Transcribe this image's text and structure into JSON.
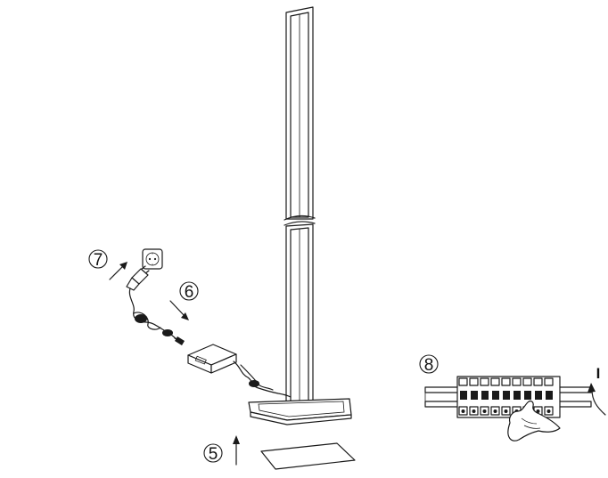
{
  "steps": {
    "step5": "5",
    "step6": "6",
    "step7": "7",
    "step8": "8"
  },
  "switch_on_symbol": "I",
  "colors": {
    "line": "#1a1a1a",
    "background": "#ffffff"
  },
  "icons": {
    "socket": "power-socket-icon",
    "plug": "power-plug-icon",
    "adapter": "power-adapter-icon",
    "breaker": "circuit-breaker-icon",
    "hand": "hand-icon"
  }
}
